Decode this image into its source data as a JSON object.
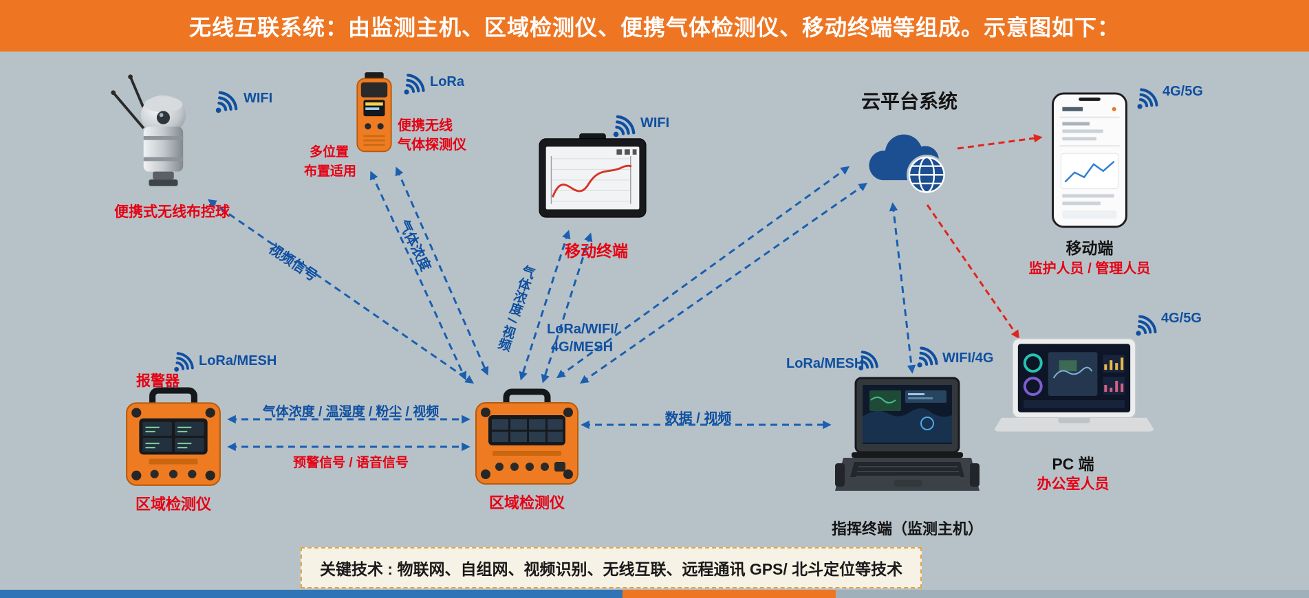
{
  "header": {
    "title": "无线互联系统：由监测主机、区域检测仪、便携气体检测仪、移动终端等组成。示意图如下："
  },
  "colors": {
    "header_bg": "#ee7623",
    "background": "#b7c2c8",
    "label_red": "#e60012",
    "label_blue": "#0f4fa0",
    "arrow_blue": "#1a5fb0",
    "arrow_red": "#e0251b",
    "device_orange": "#ee7b22",
    "cloud_blue": "#1c4f92"
  },
  "nodes": {
    "ball": {
      "name": "便携式无线布控球",
      "radio": "WIFI"
    },
    "gas": {
      "name1": "便携无线",
      "name2": "气体探测仪",
      "note1": "多位置",
      "note2": "布置适用",
      "radio": "LoRa"
    },
    "tablet": {
      "name": "移动终端",
      "radio": "WIFI"
    },
    "cloud": {
      "name": "云平台系统"
    },
    "phone": {
      "name": "移动端",
      "role": "监护人员 / 管理人员",
      "radio": "4G/5G"
    },
    "alarm": {
      "tag": "报警器",
      "name": "区域检测仪",
      "radio": "LoRa/MESH"
    },
    "area": {
      "name": "区域检测仪"
    },
    "command": {
      "name": "指挥终端（监测主机）",
      "radio_left": "LoRa/MESH",
      "radio_right": "WIFI/4G"
    },
    "pc": {
      "name": "PC 端",
      "role": "办公室人员",
      "radio": "4G/5G"
    }
  },
  "links": {
    "video_signal": "视频信号",
    "gas_concentration": "气体浓度",
    "gas_video": "气体浓度 / 视频",
    "backbone1": "LoRa/WIFI/",
    "backbone2": "4G/MESH",
    "sensor_bundle": "气体浓度 / 温湿度 / 粉尘 / 视频",
    "warning_bundle": "预警信号 / 语音信号",
    "data_video": "数据 / 视频"
  },
  "footer": {
    "text": "关键技术 : 物联网、自组网、视频识别、无线互联、远程通讯 GPS/ 北斗定位等技术"
  }
}
